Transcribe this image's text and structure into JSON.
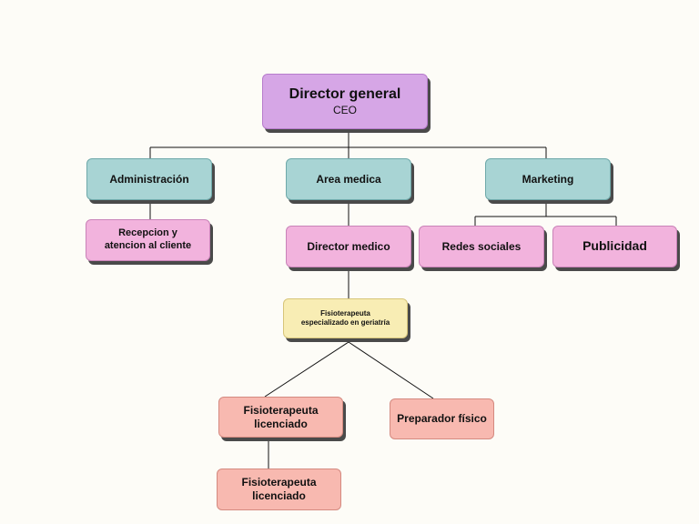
{
  "chart": {
    "root": {
      "title": "Director general",
      "subtitle": "CEO"
    },
    "admin": "Administración",
    "area_medica": "Area medica",
    "marketing": "Marketing",
    "recepcion": "Recepcion y\natencion al cliente",
    "director_medico": "Director medico",
    "redes": "Redes sociales",
    "publicidad": "Publicidad",
    "fisio_geriatria": "Fisioterapeuta\nespecializado en geriatría",
    "fisio_lic_1": "Fisioterapeuta\nlicenciado",
    "preparador": "Preparador físico",
    "fisio_lic_2": "Fisioterapeuta\nlicenciado"
  },
  "colors": {
    "purple": "#d6a6e6",
    "teal": "#a8d4d4",
    "pink": "#f2b3dd",
    "yellow": "#f8edb4",
    "salmon": "#f8b9b0"
  }
}
